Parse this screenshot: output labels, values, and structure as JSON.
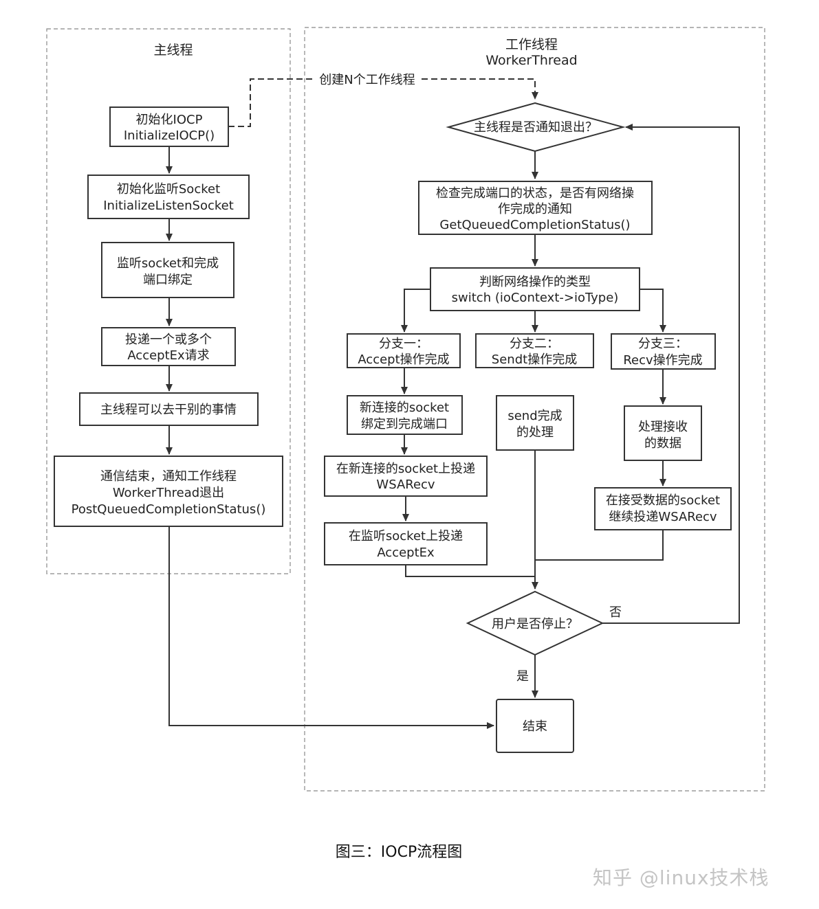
{
  "main_thread": {
    "title": "主线程"
  },
  "worker_thread": {
    "title_line1": "工作线程",
    "title_line2": "WorkerThread"
  },
  "create_workers_label": "创建N个工作线程",
  "main_steps": {
    "init_iocp": [
      "初始化IOCP",
      "InitializeIOCP()"
    ],
    "init_listen": [
      "初始化监听Socket",
      "InitializeListenSocket"
    ],
    "bind_listen": [
      "监听socket和完成",
      "端口绑定"
    ],
    "post_accept": [
      "投递一个或多个",
      "AcceptEx请求"
    ],
    "do_other": [
      "主线程可以去干别的事情"
    ],
    "notify_exit": [
      "通信结束，通知工作线程",
      "WorkerThread退出",
      "PostQueuedCompletionStatus()"
    ]
  },
  "worker_steps": {
    "check_exit": "主线程是否通知退出？",
    "check_status": [
      "检查完成端口的状态，是否有网络操",
      "作完成的通知",
      "GetQueuedCompletionStatus()"
    ],
    "switch_type": [
      "判断网络操作的类型",
      "switch (ioContext->ioType)"
    ],
    "branch1": [
      "分支一：",
      "Accept操作完成"
    ],
    "branch2": [
      "分支二：",
      "Sendt操作完成"
    ],
    "branch3": [
      "分支三：",
      "Recv操作完成"
    ],
    "b1_bind": [
      "新连接的socket",
      "绑定到完成端口"
    ],
    "b1_recv": [
      "在新连接的socket上投递",
      "WSARecv"
    ],
    "b1_accept": [
      "在监听socket上投递",
      "AcceptEx"
    ],
    "b2_send": [
      "send完成",
      "的处理"
    ],
    "b3_process": [
      "处理接收",
      "的数据"
    ],
    "b3_recv": [
      "在接受数据的socket",
      "继续投递WSARecv"
    ],
    "user_stop": "用户是否停止？",
    "no_label": "否",
    "yes_label": "是",
    "end": "结束"
  },
  "caption": "图三：IOCP流程图",
  "watermark": "知乎 @linux技术栈"
}
